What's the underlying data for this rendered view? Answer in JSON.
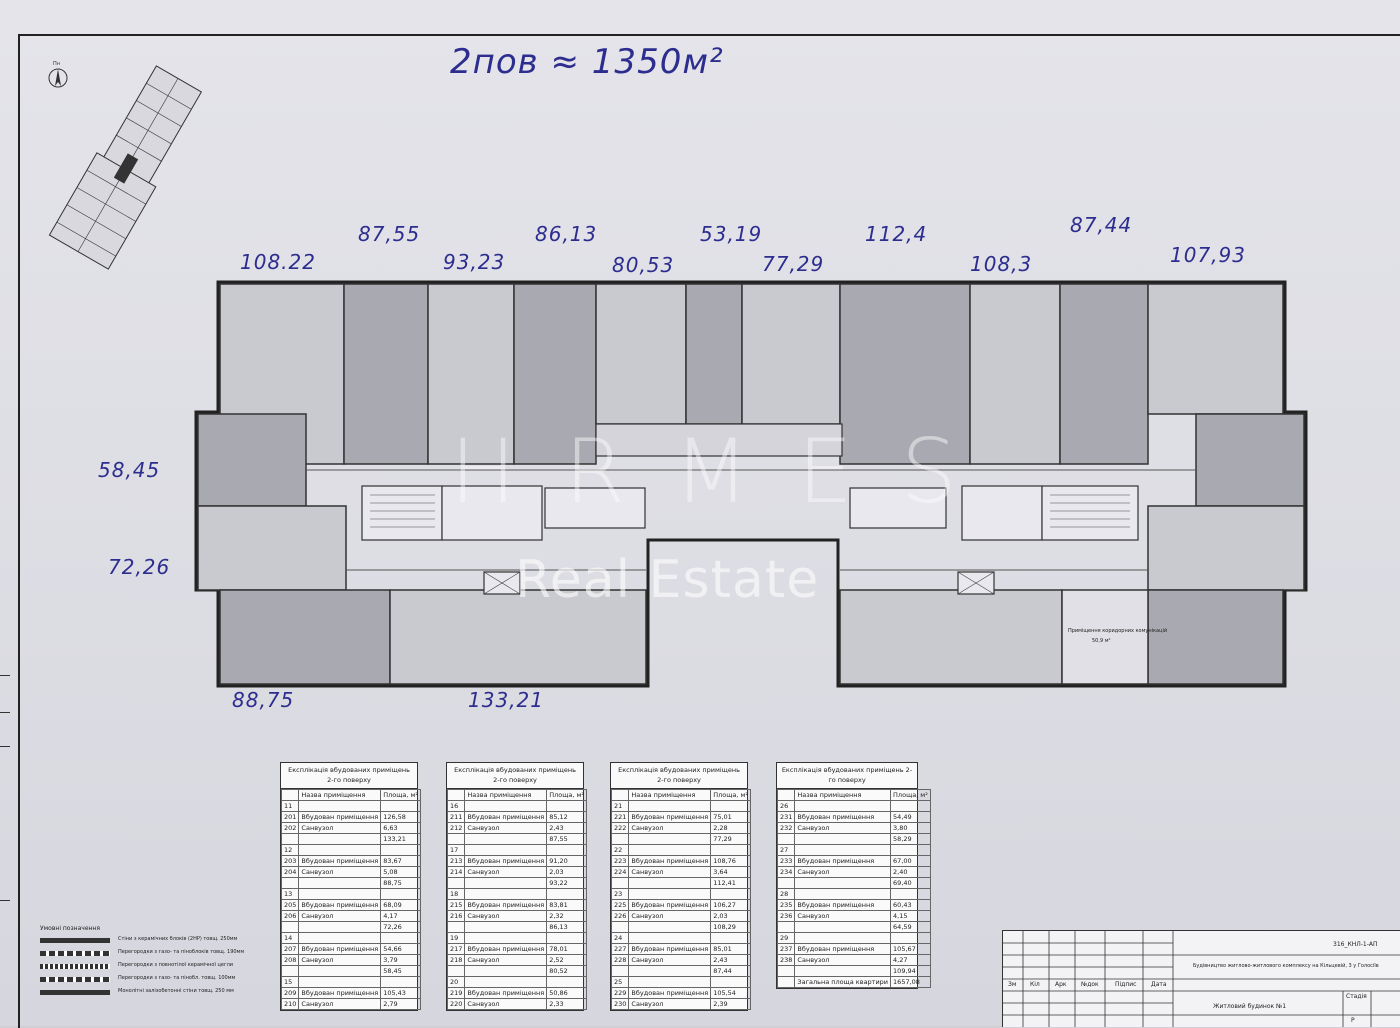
{
  "handwritten": {
    "floor_total": "2пов ≈ 1350м²",
    "top_areas": [
      "108.22",
      "87,55",
      "93,23",
      "86,13",
      "80,53",
      "53,19",
      "77,29",
      "112,4",
      "108,3",
      "87,44",
      "107,93"
    ],
    "left_areas": [
      "58,45",
      "72,26"
    ],
    "bottom_areas": [
      "88,75",
      "133,21"
    ]
  },
  "watermark": {
    "brand": "HRMES",
    "sub": "Real Estate"
  },
  "tables": [
    {
      "title": "Експлікація вбудованих приміщень 2-го поверху",
      "col_room": "Назва приміщення",
      "col_area": "Площа, м²",
      "rows": [
        [
          "11",
          "",
          ""
        ],
        [
          "201",
          "Вбудован приміщення",
          "126,58"
        ],
        [
          "202",
          "Санвузол",
          "6,63"
        ],
        [
          "",
          "",
          "133,21"
        ],
        [
          "12",
          "",
          ""
        ],
        [
          "203",
          "Вбудован приміщення",
          "83,67"
        ],
        [
          "204",
          "Санвузол",
          "5,08"
        ],
        [
          "",
          "",
          "88,75"
        ],
        [
          "13",
          "",
          ""
        ],
        [
          "205",
          "Вбудован приміщення",
          "68,09"
        ],
        [
          "206",
          "Санвузол",
          "4,17"
        ],
        [
          "",
          "",
          "72,26"
        ],
        [
          "14",
          "",
          ""
        ],
        [
          "207",
          "Вбудован приміщення",
          "54,66"
        ],
        [
          "208",
          "Санвузол",
          "3,79"
        ],
        [
          "",
          "",
          "58,45"
        ],
        [
          "15",
          "",
          ""
        ],
        [
          "209",
          "Вбудован приміщення",
          "105,43"
        ],
        [
          "210",
          "Санвузол",
          "2,79"
        ]
      ]
    },
    {
      "title": "Експлікація вбудованих приміщень 2-го поверху",
      "col_room": "Назва приміщення",
      "col_area": "Площа, м²",
      "rows": [
        [
          "16",
          "",
          ""
        ],
        [
          "211",
          "Вбудован приміщення",
          "85,12"
        ],
        [
          "212",
          "Санвузол",
          "2,43"
        ],
        [
          "",
          "",
          "87,55"
        ],
        [
          "17",
          "",
          ""
        ],
        [
          "213",
          "Вбудован приміщення",
          "91,20"
        ],
        [
          "214",
          "Санвузол",
          "2,03"
        ],
        [
          "",
          "",
          "93,22"
        ],
        [
          "18",
          "",
          ""
        ],
        [
          "215",
          "Вбудован приміщення",
          "83,81"
        ],
        [
          "216",
          "Санвузол",
          "2,32"
        ],
        [
          "",
          "",
          "86,13"
        ],
        [
          "19",
          "",
          ""
        ],
        [
          "217",
          "Вбудован приміщення",
          "78,01"
        ],
        [
          "218",
          "Санвузол",
          "2,52"
        ],
        [
          "",
          "",
          "80,52"
        ],
        [
          "20",
          "",
          ""
        ],
        [
          "219",
          "Вбудован приміщення",
          "50,86"
        ],
        [
          "220",
          "Санвузол",
          "2,33"
        ]
      ]
    },
    {
      "title": "Експлікація вбудованих приміщень 2-го поверху",
      "col_room": "Назва приміщення",
      "col_area": "Площа, м²",
      "rows": [
        [
          "21",
          "",
          ""
        ],
        [
          "221",
          "Вбудован приміщення",
          "75,01"
        ],
        [
          "222",
          "Санвузол",
          "2,28"
        ],
        [
          "",
          "",
          "77,29"
        ],
        [
          "22",
          "",
          ""
        ],
        [
          "223",
          "Вбудован приміщення",
          "108,76"
        ],
        [
          "224",
          "Санвузол",
          "3,64"
        ],
        [
          "",
          "",
          "112,41"
        ],
        [
          "23",
          "",
          ""
        ],
        [
          "225",
          "Вбудован приміщення",
          "106,27"
        ],
        [
          "226",
          "Санвузол",
          "2,03"
        ],
        [
          "",
          "",
          "108,29"
        ],
        [
          "24",
          "",
          ""
        ],
        [
          "227",
          "Вбудован приміщення",
          "85,01"
        ],
        [
          "228",
          "Санвузол",
          "2,43"
        ],
        [
          "",
          "",
          "87,44"
        ],
        [
          "25",
          "",
          ""
        ],
        [
          "229",
          "Вбудован приміщення",
          "105,54"
        ],
        [
          "230",
          "Санвузол",
          "2,39"
        ]
      ]
    },
    {
      "title": "Експлікація вбудованих приміщень 2-го поверху",
      "col_room": "Назва приміщення",
      "col_area": "Площа, м²",
      "rows": [
        [
          "26",
          "",
          ""
        ],
        [
          "231",
          "Вбудован приміщення",
          "54,49"
        ],
        [
          "232",
          "Санвузол",
          "3,80"
        ],
        [
          "",
          "",
          "58,29"
        ],
        [
          "27",
          "",
          ""
        ],
        [
          "233",
          "Вбудован приміщення",
          "67,00"
        ],
        [
          "234",
          "Санвузол",
          "2,40"
        ],
        [
          "",
          "",
          "69,40"
        ],
        [
          "28",
          "",
          ""
        ],
        [
          "235",
          "Вбудован приміщення",
          "60,43"
        ],
        [
          "236",
          "Санвузол",
          "4,15"
        ],
        [
          "",
          "",
          "64,59"
        ],
        [
          "29",
          "",
          ""
        ],
        [
          "237",
          "Вбудован приміщення",
          "105,67"
        ],
        [
          "238",
          "Санвузол",
          "4,27"
        ],
        [
          "",
          "",
          "109,94"
        ],
        [
          "",
          "Загальна площа квартири",
          "1657,08"
        ]
      ]
    }
  ],
  "legend": {
    "title": "Умовні позначення",
    "items": [
      "Стіни з керамічних блоків (2НР) товщ. 250мм",
      "Перегородки з газо- та піноблоків товщ. 190мм",
      "Перегородки з повнотілої керамічної цегли",
      "Перегородки з газо- та пінобл. товщ. 100мм",
      "Монолітні залізобетонні стіни товщ. 250 мм"
    ]
  },
  "stamp": {
    "code": "316_КНЛ-1-АП",
    "project": "Будівництво житлово-житлового комплексу на Кільцевій, 3 у Голосіїв",
    "sheet_title": "Житловий будинок №1",
    "cols": [
      "Зм",
      "Кіл",
      "Арк",
      "№док",
      "Підпис",
      "Дата"
    ],
    "stage": "Стадія",
    "sheet": "Р"
  },
  "plan_labels": {
    "corridor": "Приміщення коридорних комунікацій",
    "corridor_area": "50,9 м²",
    "north": "Пн"
  }
}
